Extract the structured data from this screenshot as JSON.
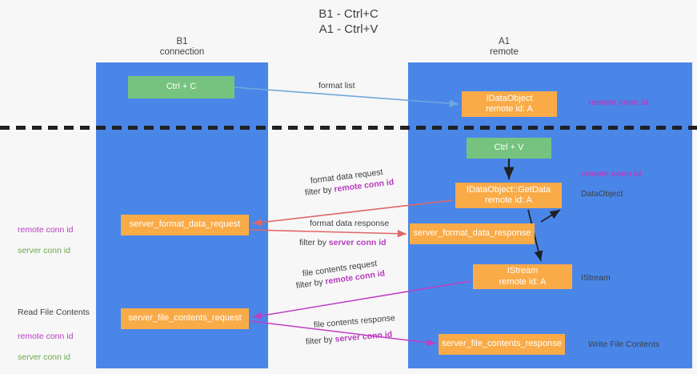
{
  "title": "B1 - Ctrl+C\nA1 - Ctrl+V",
  "lanes": [
    {
      "name": "lane-b1",
      "header": "B1\nconnection",
      "color": "#4a86e8"
    },
    {
      "name": "lane-a1",
      "header": "A1\nremote",
      "color": "#4a86e8"
    }
  ],
  "colors": {
    "lane": "#4a86e8",
    "node_green": "#76c37f",
    "node_orange": "#f9ab48",
    "remote_conn_id": "#b83cc0",
    "server_conn_id": "#6aa84f",
    "arrow_blue": "#6fa8dc",
    "arrow_red": "#e06666",
    "arrow_magenta": "#c13ec1",
    "arrow_dark": "#202124",
    "background": "#f7f7f7"
  },
  "nodes": {
    "ctrl_c": "Ctrl + C",
    "data_object": "IDataObject\nremote id: A",
    "ctrl_v": "Ctrl + V",
    "get_data": "IDataObject::GetData\nremote id: A",
    "format_data_request": "server_format_data_request",
    "format_data_response": "server_format_data_response",
    "istream": "IStream\nremote id: A",
    "file_contents_request": "server_file_contents_request",
    "file_contents_response": "server_file_contents_response"
  },
  "annotations": {
    "remote_conn_id_top": "remote conn id",
    "remote_conn_id_mid": "remote conn id",
    "data_object_label": "DataObject",
    "istream_label": "IStream",
    "write_file_contents": "Write File Contents",
    "read_file_contents": "Read File Contents",
    "left_ids_1": "remote conn id\nserver conn id",
    "left_ids_2": "remote conn id\nserver conn id",
    "remote_conn_id": "remote conn id",
    "server_conn_id": "server conn id"
  },
  "edge_labels": {
    "format_list": "format list",
    "format_data_request": "format data request",
    "filter_by": "filter by",
    "filter_remote": "remote conn id",
    "filter_server": "server conn id",
    "format_data_response": "format data response",
    "file_contents_request": "file contents request",
    "file_contents_response": "file contents response"
  }
}
